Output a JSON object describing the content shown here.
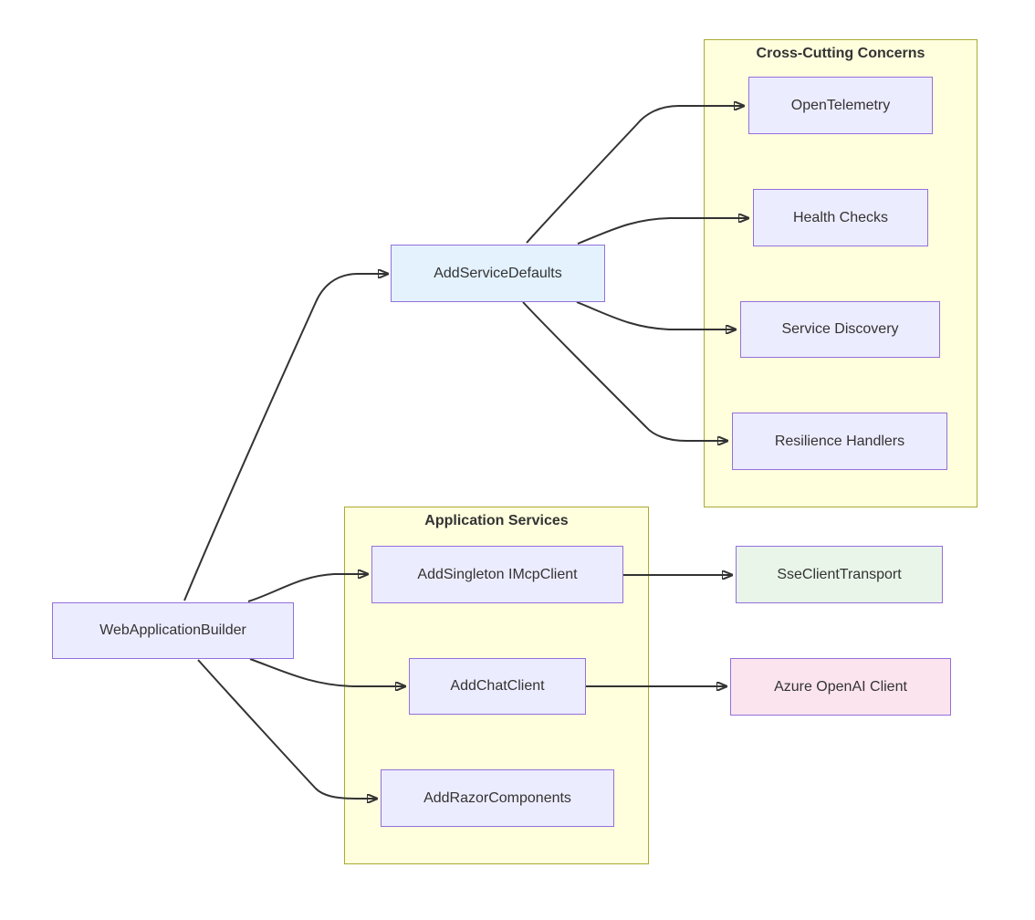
{
  "diagram": {
    "type": "flowchart",
    "direction": "left-to-right",
    "groups": [
      {
        "id": "cross-cutting",
        "title": "Cross-Cutting Concerns"
      },
      {
        "id": "app-services",
        "title": "Application Services"
      }
    ],
    "nodes": [
      {
        "id": "builder",
        "label": "WebApplicationBuilder",
        "style": "lavender",
        "group": null
      },
      {
        "id": "defaults",
        "label": "AddServiceDefaults",
        "style": "blue",
        "group": null
      },
      {
        "id": "otel",
        "label": "OpenTelemetry",
        "style": "lavender",
        "group": "Cross-Cutting Concerns"
      },
      {
        "id": "health",
        "label": "Health Checks",
        "style": "lavender",
        "group": "Cross-Cutting Concerns"
      },
      {
        "id": "discovery",
        "label": "Service Discovery",
        "style": "lavender",
        "group": "Cross-Cutting Concerns"
      },
      {
        "id": "resilience",
        "label": "Resilience Handlers",
        "style": "lavender",
        "group": "Cross-Cutting Concerns"
      },
      {
        "id": "mcp",
        "label": "AddSingleton IMcpClient",
        "style": "lavender",
        "group": "Application Services"
      },
      {
        "id": "chat",
        "label": "AddChatClient",
        "style": "lavender",
        "group": "Application Services"
      },
      {
        "id": "razor",
        "label": "AddRazorComponents",
        "style": "lavender",
        "group": "Application Services"
      },
      {
        "id": "sse",
        "label": "SseClientTransport",
        "style": "green",
        "group": null
      },
      {
        "id": "azure",
        "label": "Azure OpenAI Client",
        "style": "pink",
        "group": null
      }
    ],
    "edges": [
      {
        "from": "WebApplicationBuilder",
        "to": "AddServiceDefaults"
      },
      {
        "from": "AddServiceDefaults",
        "to": "OpenTelemetry"
      },
      {
        "from": "AddServiceDefaults",
        "to": "Health Checks"
      },
      {
        "from": "AddServiceDefaults",
        "to": "Service Discovery"
      },
      {
        "from": "AddServiceDefaults",
        "to": "Resilience Handlers"
      },
      {
        "from": "WebApplicationBuilder",
        "to": "AddSingleton IMcpClient"
      },
      {
        "from": "WebApplicationBuilder",
        "to": "AddChatClient"
      },
      {
        "from": "WebApplicationBuilder",
        "to": "AddRazorComponents"
      },
      {
        "from": "AddSingleton IMcpClient",
        "to": "SseClientTransport"
      },
      {
        "from": "AddChatClient",
        "to": "Azure OpenAI Client"
      }
    ],
    "colors": {
      "node_fill": "#ECECFF",
      "node_border": "#9370DB",
      "blue_node_fill": "#E3F2FD",
      "green_node_fill": "#E9F5E9",
      "pink_node_fill": "#FBE4EE",
      "cluster_fill": "#FFFFDE",
      "cluster_border": "#AAAA33",
      "edge_stroke": "#333333",
      "text": "#333333",
      "background": "#FFFFFF"
    }
  }
}
